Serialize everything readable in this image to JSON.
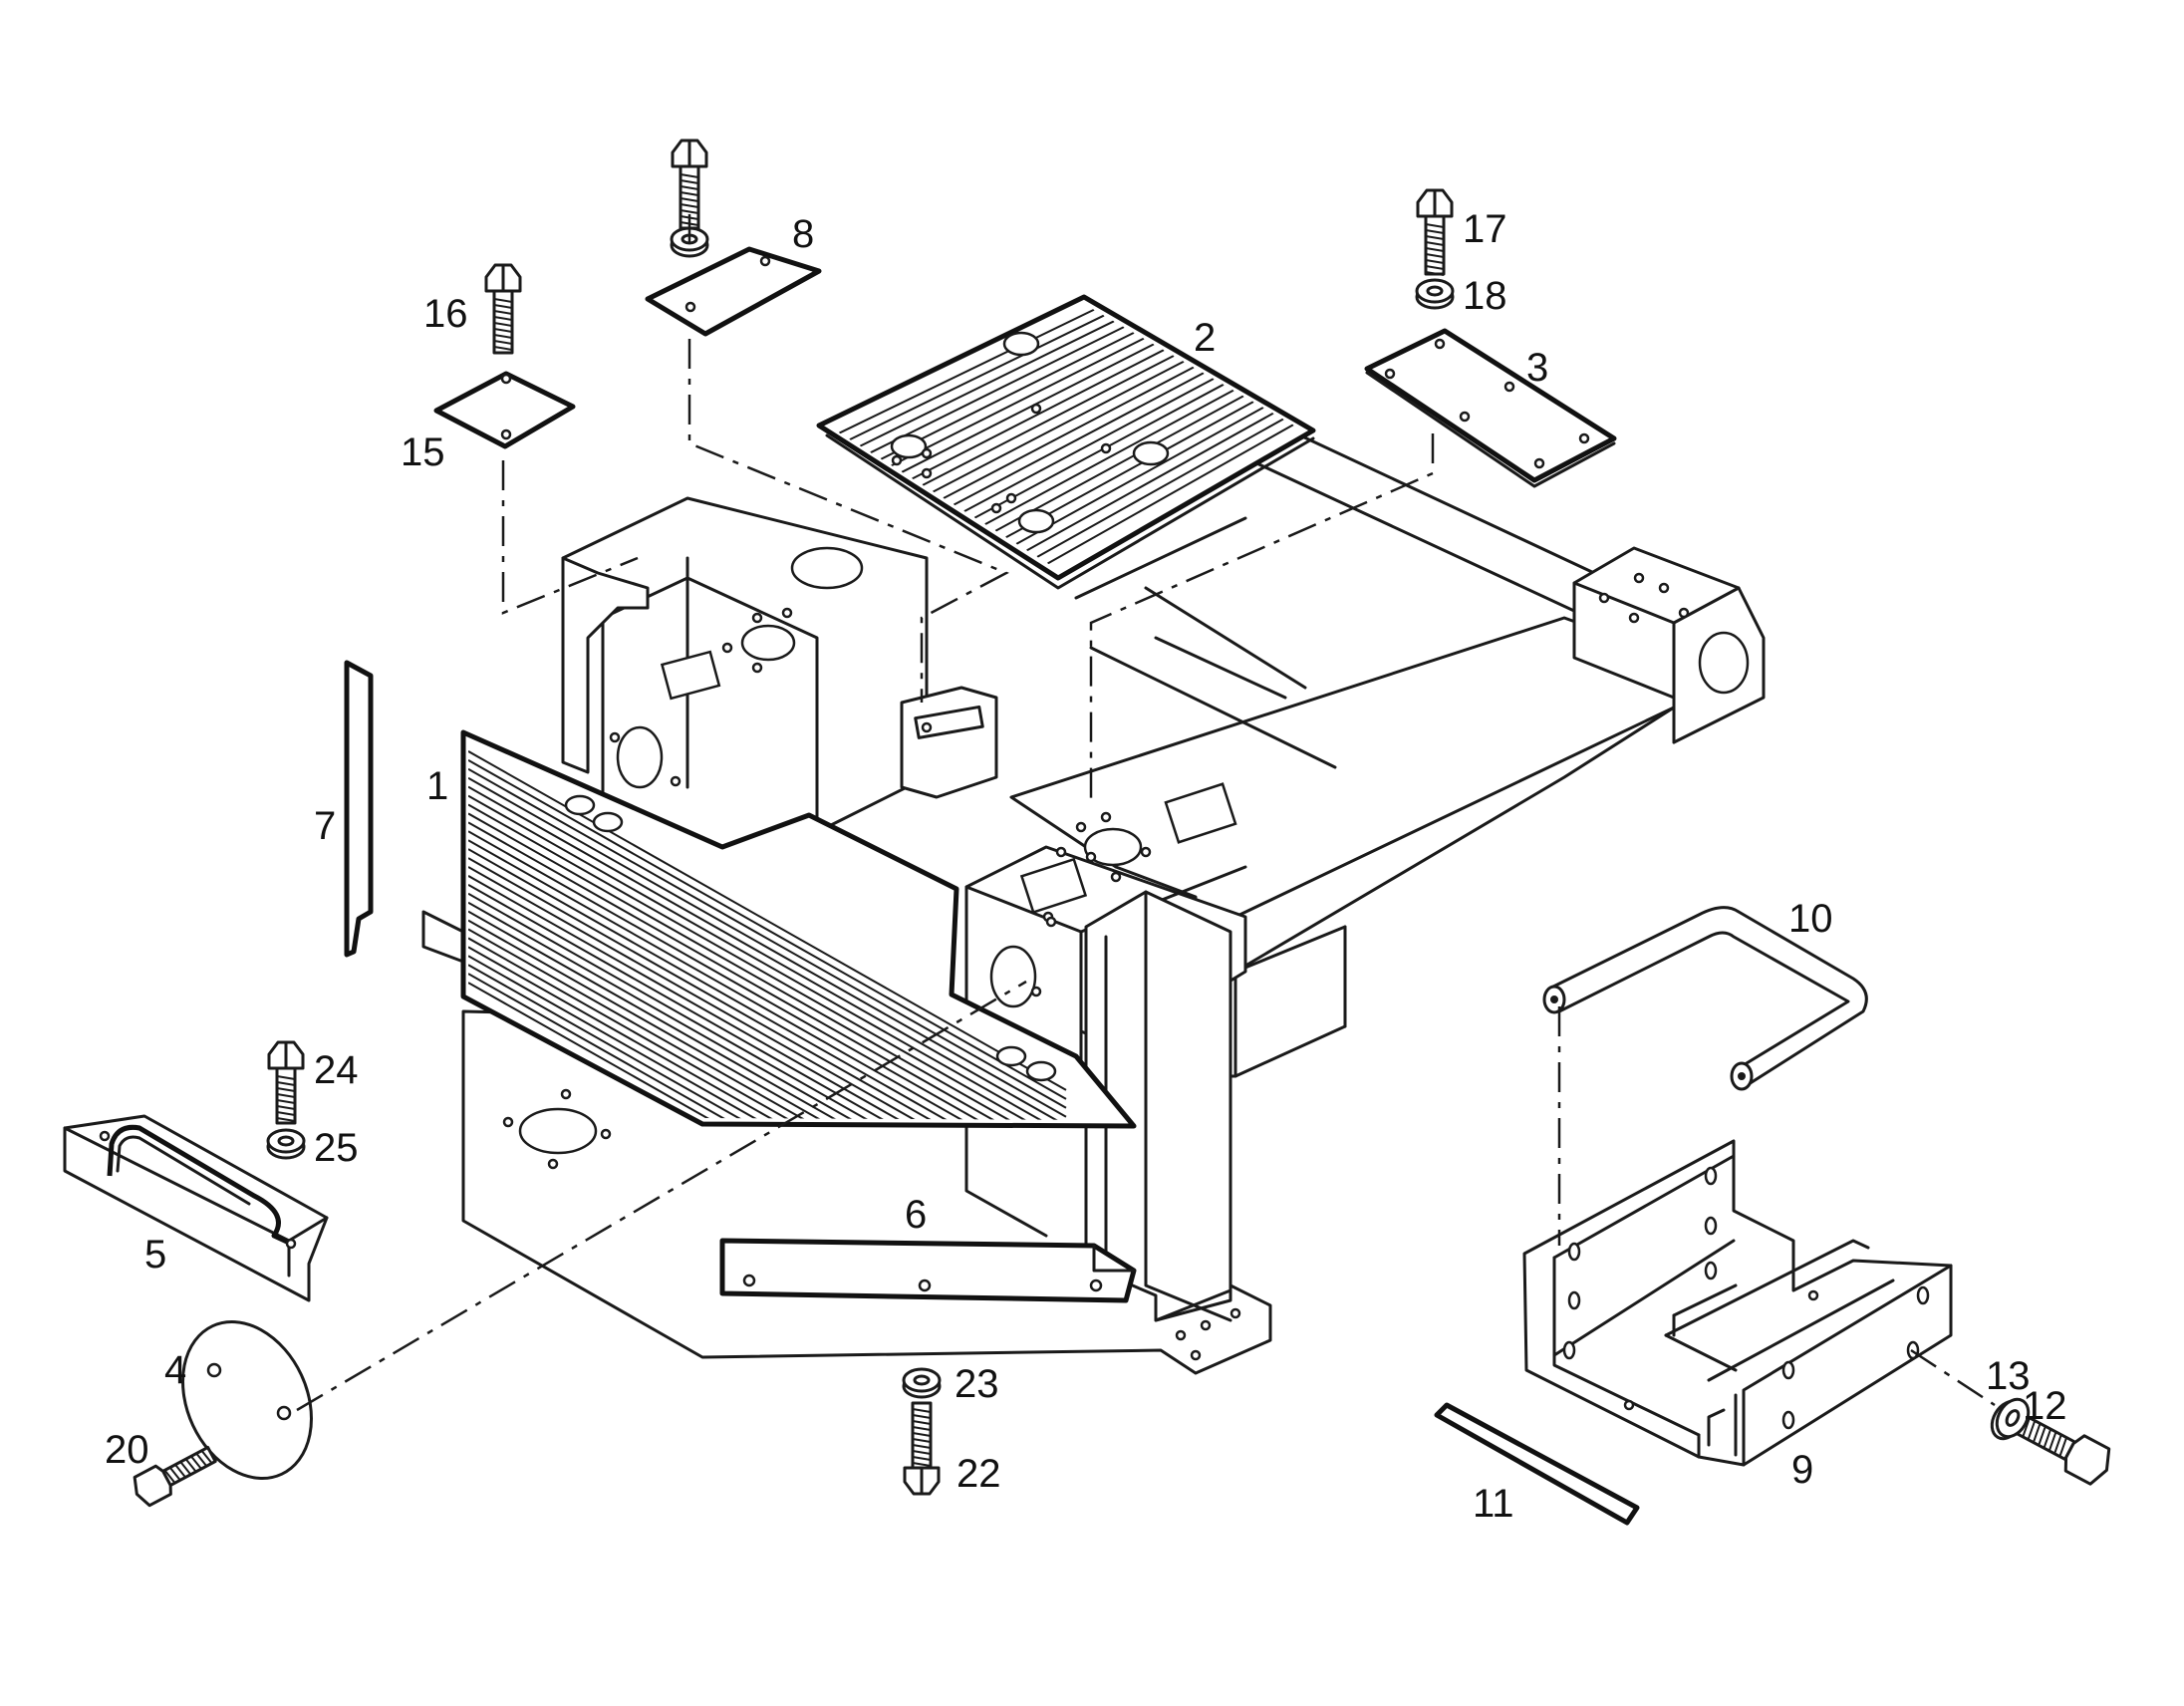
{
  "callouts": [
    "1",
    "2",
    "3",
    "4",
    "5",
    "6",
    "7",
    "8",
    "9",
    "10",
    "11",
    "12",
    "13",
    "15",
    "16",
    "17",
    "18",
    "20",
    "22",
    "23",
    "24",
    "25"
  ]
}
